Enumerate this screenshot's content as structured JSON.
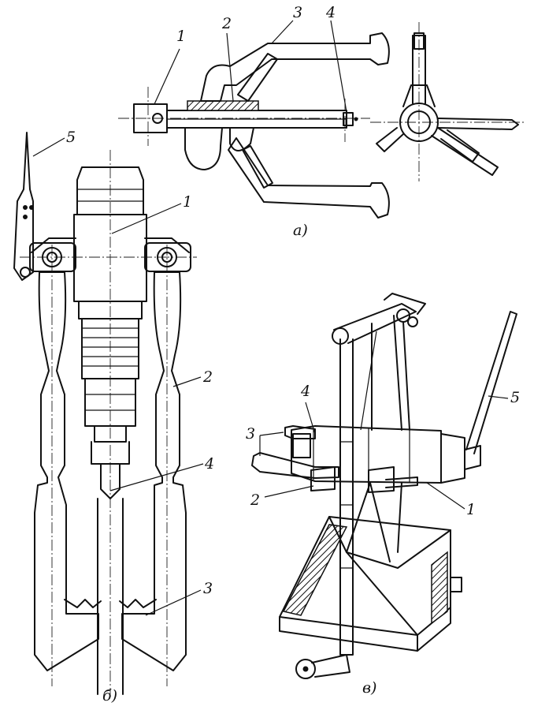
{
  "figure": {
    "panels": [
      {
        "id": "a",
        "caption": "а)",
        "callouts": [
          "1",
          "2",
          "3",
          "4"
        ]
      },
      {
        "id": "b",
        "caption": "б)",
        "callouts": [
          "5",
          "1",
          "2",
          "4",
          "3"
        ]
      },
      {
        "id": "v",
        "caption": "в)",
        "callouts": [
          "4",
          "5",
          "3",
          "2",
          "1"
        ]
      }
    ],
    "colors": {
      "ink": "#111111",
      "paper": "#ffffff"
    }
  }
}
